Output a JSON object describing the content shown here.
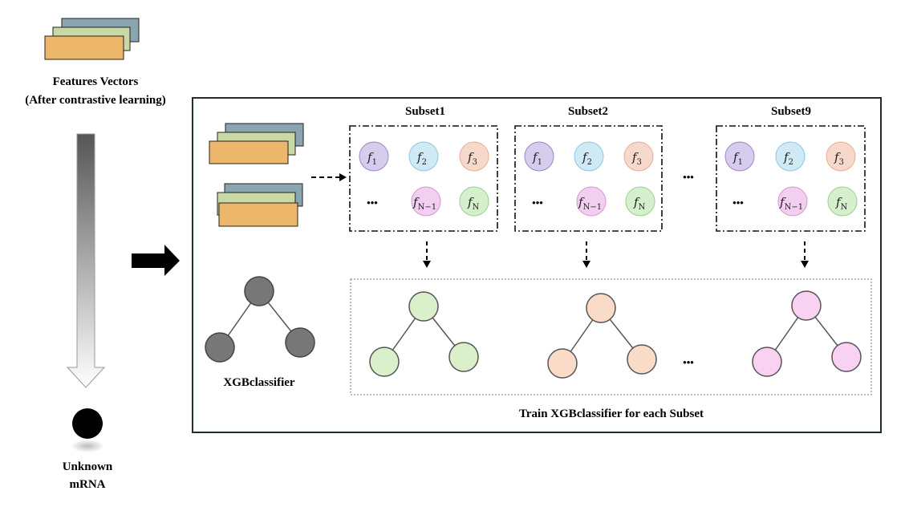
{
  "title": {
    "line1": "Features Vectors",
    "line2": "(After contrastive learning)"
  },
  "unknown": {
    "line1": "Unknown",
    "line2": "mRNA"
  },
  "xgb_label": "XGBclassifier",
  "train_caption": "Train XGBclassifier for each Subset",
  "ellipsis": "•••",
  "subsets": [
    {
      "label": "Subset1",
      "features": [
        {
          "sym": "f",
          "sub": "1"
        },
        {
          "sym": "f",
          "sub": "2"
        },
        {
          "sym": "f",
          "sub": "3"
        },
        {
          "sym": "f",
          "sub": "N−1"
        },
        {
          "sym": "f",
          "sub": "N"
        }
      ]
    },
    {
      "label": "Subset2",
      "features": [
        {
          "sym": "f",
          "sub": "1"
        },
        {
          "sym": "f",
          "sub": "2"
        },
        {
          "sym": "f",
          "sub": "3"
        },
        {
          "sym": "f",
          "sub": "N−1"
        },
        {
          "sym": "f",
          "sub": "N"
        }
      ]
    },
    {
      "label": "Subset9",
      "features": [
        {
          "sym": "f",
          "sub": "1"
        },
        {
          "sym": "f",
          "sub": "2"
        },
        {
          "sym": "f",
          "sub": "3"
        },
        {
          "sym": "f",
          "sub": "N−1"
        },
        {
          "sym": "f",
          "sub": "N"
        }
      ]
    }
  ],
  "colors": {
    "stack_blue": "#8aa4b0",
    "stack_green": "#c8d9a6",
    "stack_orange": "#ecb76a",
    "f1_fill": "#d7ccee",
    "f2_fill": "#cfe9f5",
    "f3_fill": "#f7d9cc",
    "fn1_fill": "#f2cff0",
    "fn_fill": "#d6f0cd",
    "tree_gray": "#777777",
    "tree_green": "#d9f0cb",
    "tree_orange": "#fadbc8",
    "tree_pink": "#f9d2f3"
  }
}
